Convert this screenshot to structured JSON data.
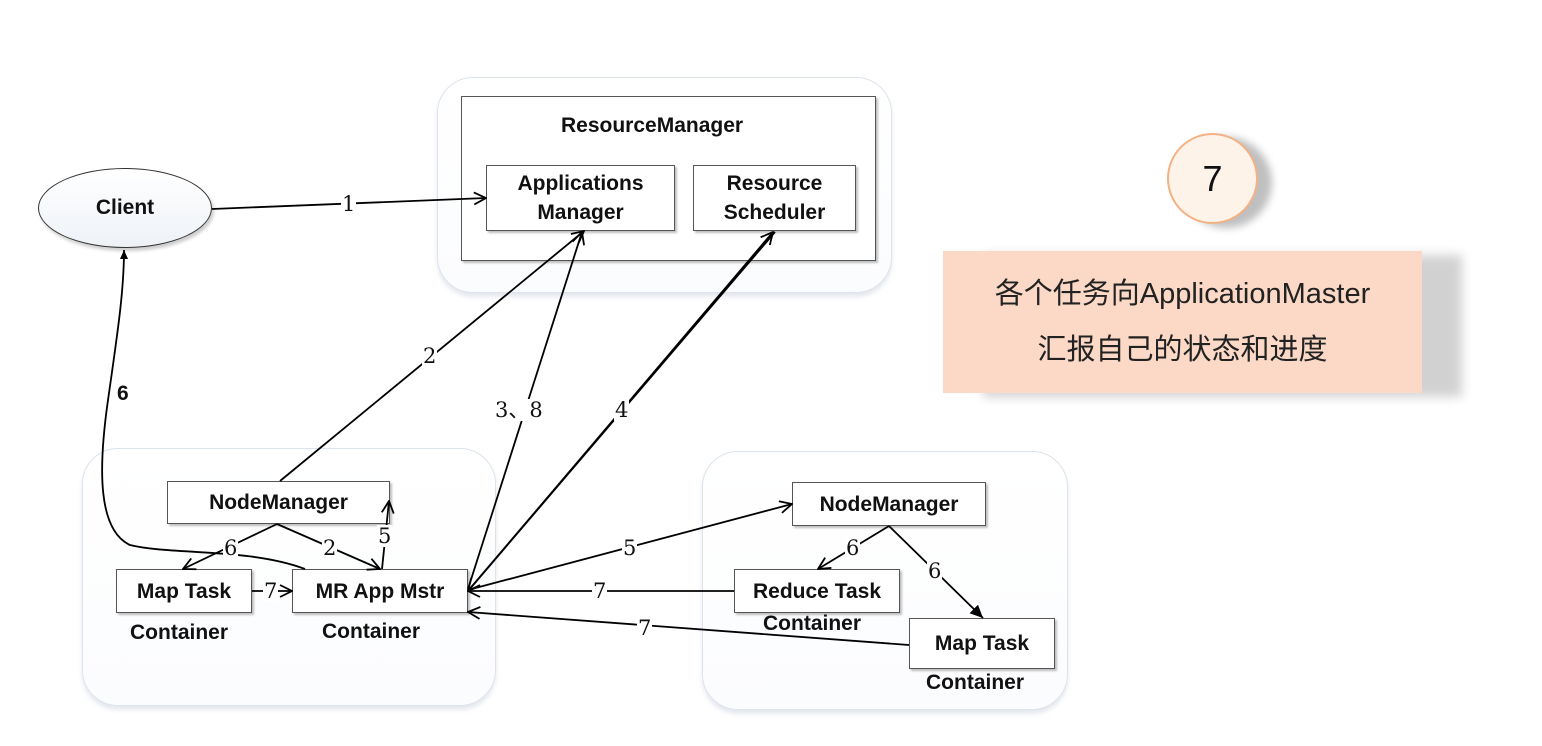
{
  "step_badge": "7",
  "note": {
    "line1": "各个任务向ApplicationMaster",
    "line2": "汇报自己的状态和进度"
  },
  "nodes": {
    "client": "Client",
    "resource_manager": "ResourceManager",
    "applications_manager_line1": "Applications",
    "applications_manager_line2": "Manager",
    "resource_scheduler_line1": "Resource",
    "resource_scheduler_line2": "Scheduler",
    "node_manager_left": "NodeManager",
    "node_manager_right": "NodeManager",
    "map_task_left": "Map Task",
    "mr_app_mstr": "MR App Mstr",
    "reduce_task": "Reduce Task",
    "map_task_right": "Map Task",
    "container_map_left": "Container",
    "container_mr_app": "Container",
    "container_reduce": "Container",
    "container_map_right": "Container"
  },
  "edge_labels": {
    "client_to_am": "1",
    "nm_to_am": "2",
    "mr_to_am": "3、8",
    "mr_to_rs": "4",
    "mr_to_client": "6",
    "nm_to_mr": "2",
    "mr_to_nm": "5",
    "nm_to_map": "6",
    "map_to_mr": "7",
    "mr_to_nm_right": "5",
    "nm_right_to_reduce": "6",
    "nm_right_to_map": "6",
    "reduce_to_mr": "7",
    "map_right_to_mr": "7"
  }
}
